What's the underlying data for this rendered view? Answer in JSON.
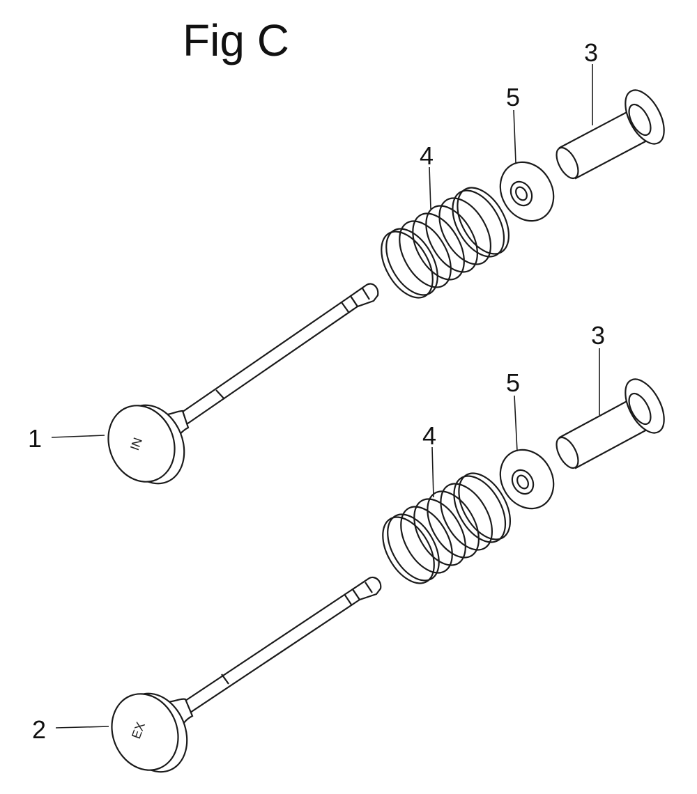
{
  "figure": {
    "title": "Fig C"
  },
  "callouts": {
    "upper": {
      "valve": "1",
      "guide": "3",
      "spring": "4",
      "retainer": "5",
      "stamp": "IN"
    },
    "lower": {
      "valve": "2",
      "guide": "3",
      "spring": "4",
      "retainer": "5",
      "stamp": "EX"
    }
  },
  "colors": {
    "line": "#1a1a1a",
    "background": "#ffffff"
  }
}
